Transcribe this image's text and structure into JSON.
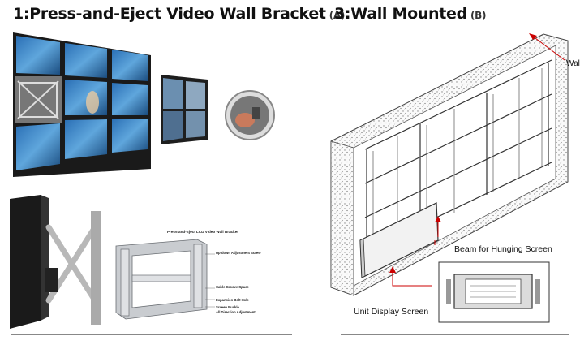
{
  "left_title": "1:Press-and-Eject Video Wall Bracket",
  "left_tag": "(A)",
  "right_title": "3:Wall Mounted",
  "right_tag": "(B)",
  "bracket_diagram": {
    "heading": "Press-and-Eject LCD Video Wall Bracket",
    "labels": [
      "Up-down Adjustment Screw",
      "Cable Groove Space",
      "Expansion Bolt Hole",
      "Screen Buckle",
      "All Direction Adjustment"
    ]
  },
  "wall_labels": {
    "wall": "Wal",
    "beam": "Beam for Hunging  Screen",
    "unit": "Unit Display Screen"
  },
  "colors": {
    "callout": "#cc0000",
    "text": "#111111"
  }
}
